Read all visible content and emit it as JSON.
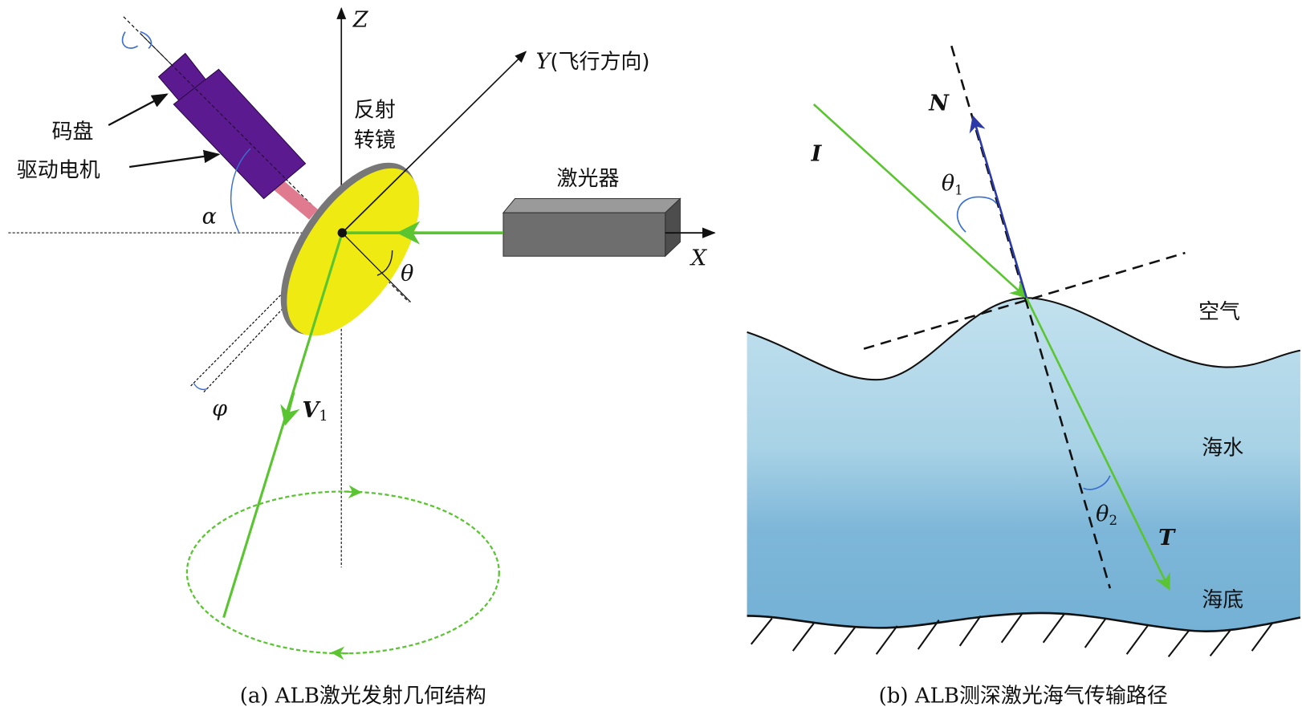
{
  "panel_a": {
    "axis_z": "Z",
    "axis_y": "Y",
    "axis_y_note": "(飞行方向)",
    "axis_x": "X",
    "encoder_label": "码盘",
    "motor_label": "驱动电机",
    "mirror_label_line1": "反射",
    "mirror_label_line2": "转镜",
    "laser_label": "激光器",
    "alpha": "α",
    "theta": "θ",
    "phi": "φ",
    "v1": "V",
    "v1_sub": "1",
    "caption": "(a) ALB激光发射几何结构",
    "colors": {
      "motor": "#5b1a8f",
      "mirror": "#eeea12",
      "shaft": "#e07a8e",
      "beam": "#5ac531",
      "laser": "#6e6e6e"
    }
  },
  "panel_b": {
    "normal_label": "N",
    "incident_label": "I",
    "theta1": "θ",
    "theta1_sub": "1",
    "theta2": "θ",
    "theta2_sub": "2",
    "transmit_label": "T",
    "air_label": "空气",
    "water_label": "海水",
    "seabed_label": "海底",
    "caption": "(b) ALB测深激光海气传输路径",
    "colors": {
      "water_top": "#c2e1ee",
      "water_bottom": "#74b1d5",
      "normal_arrow": "#2b3aa8",
      "beam": "#5ac531"
    }
  }
}
